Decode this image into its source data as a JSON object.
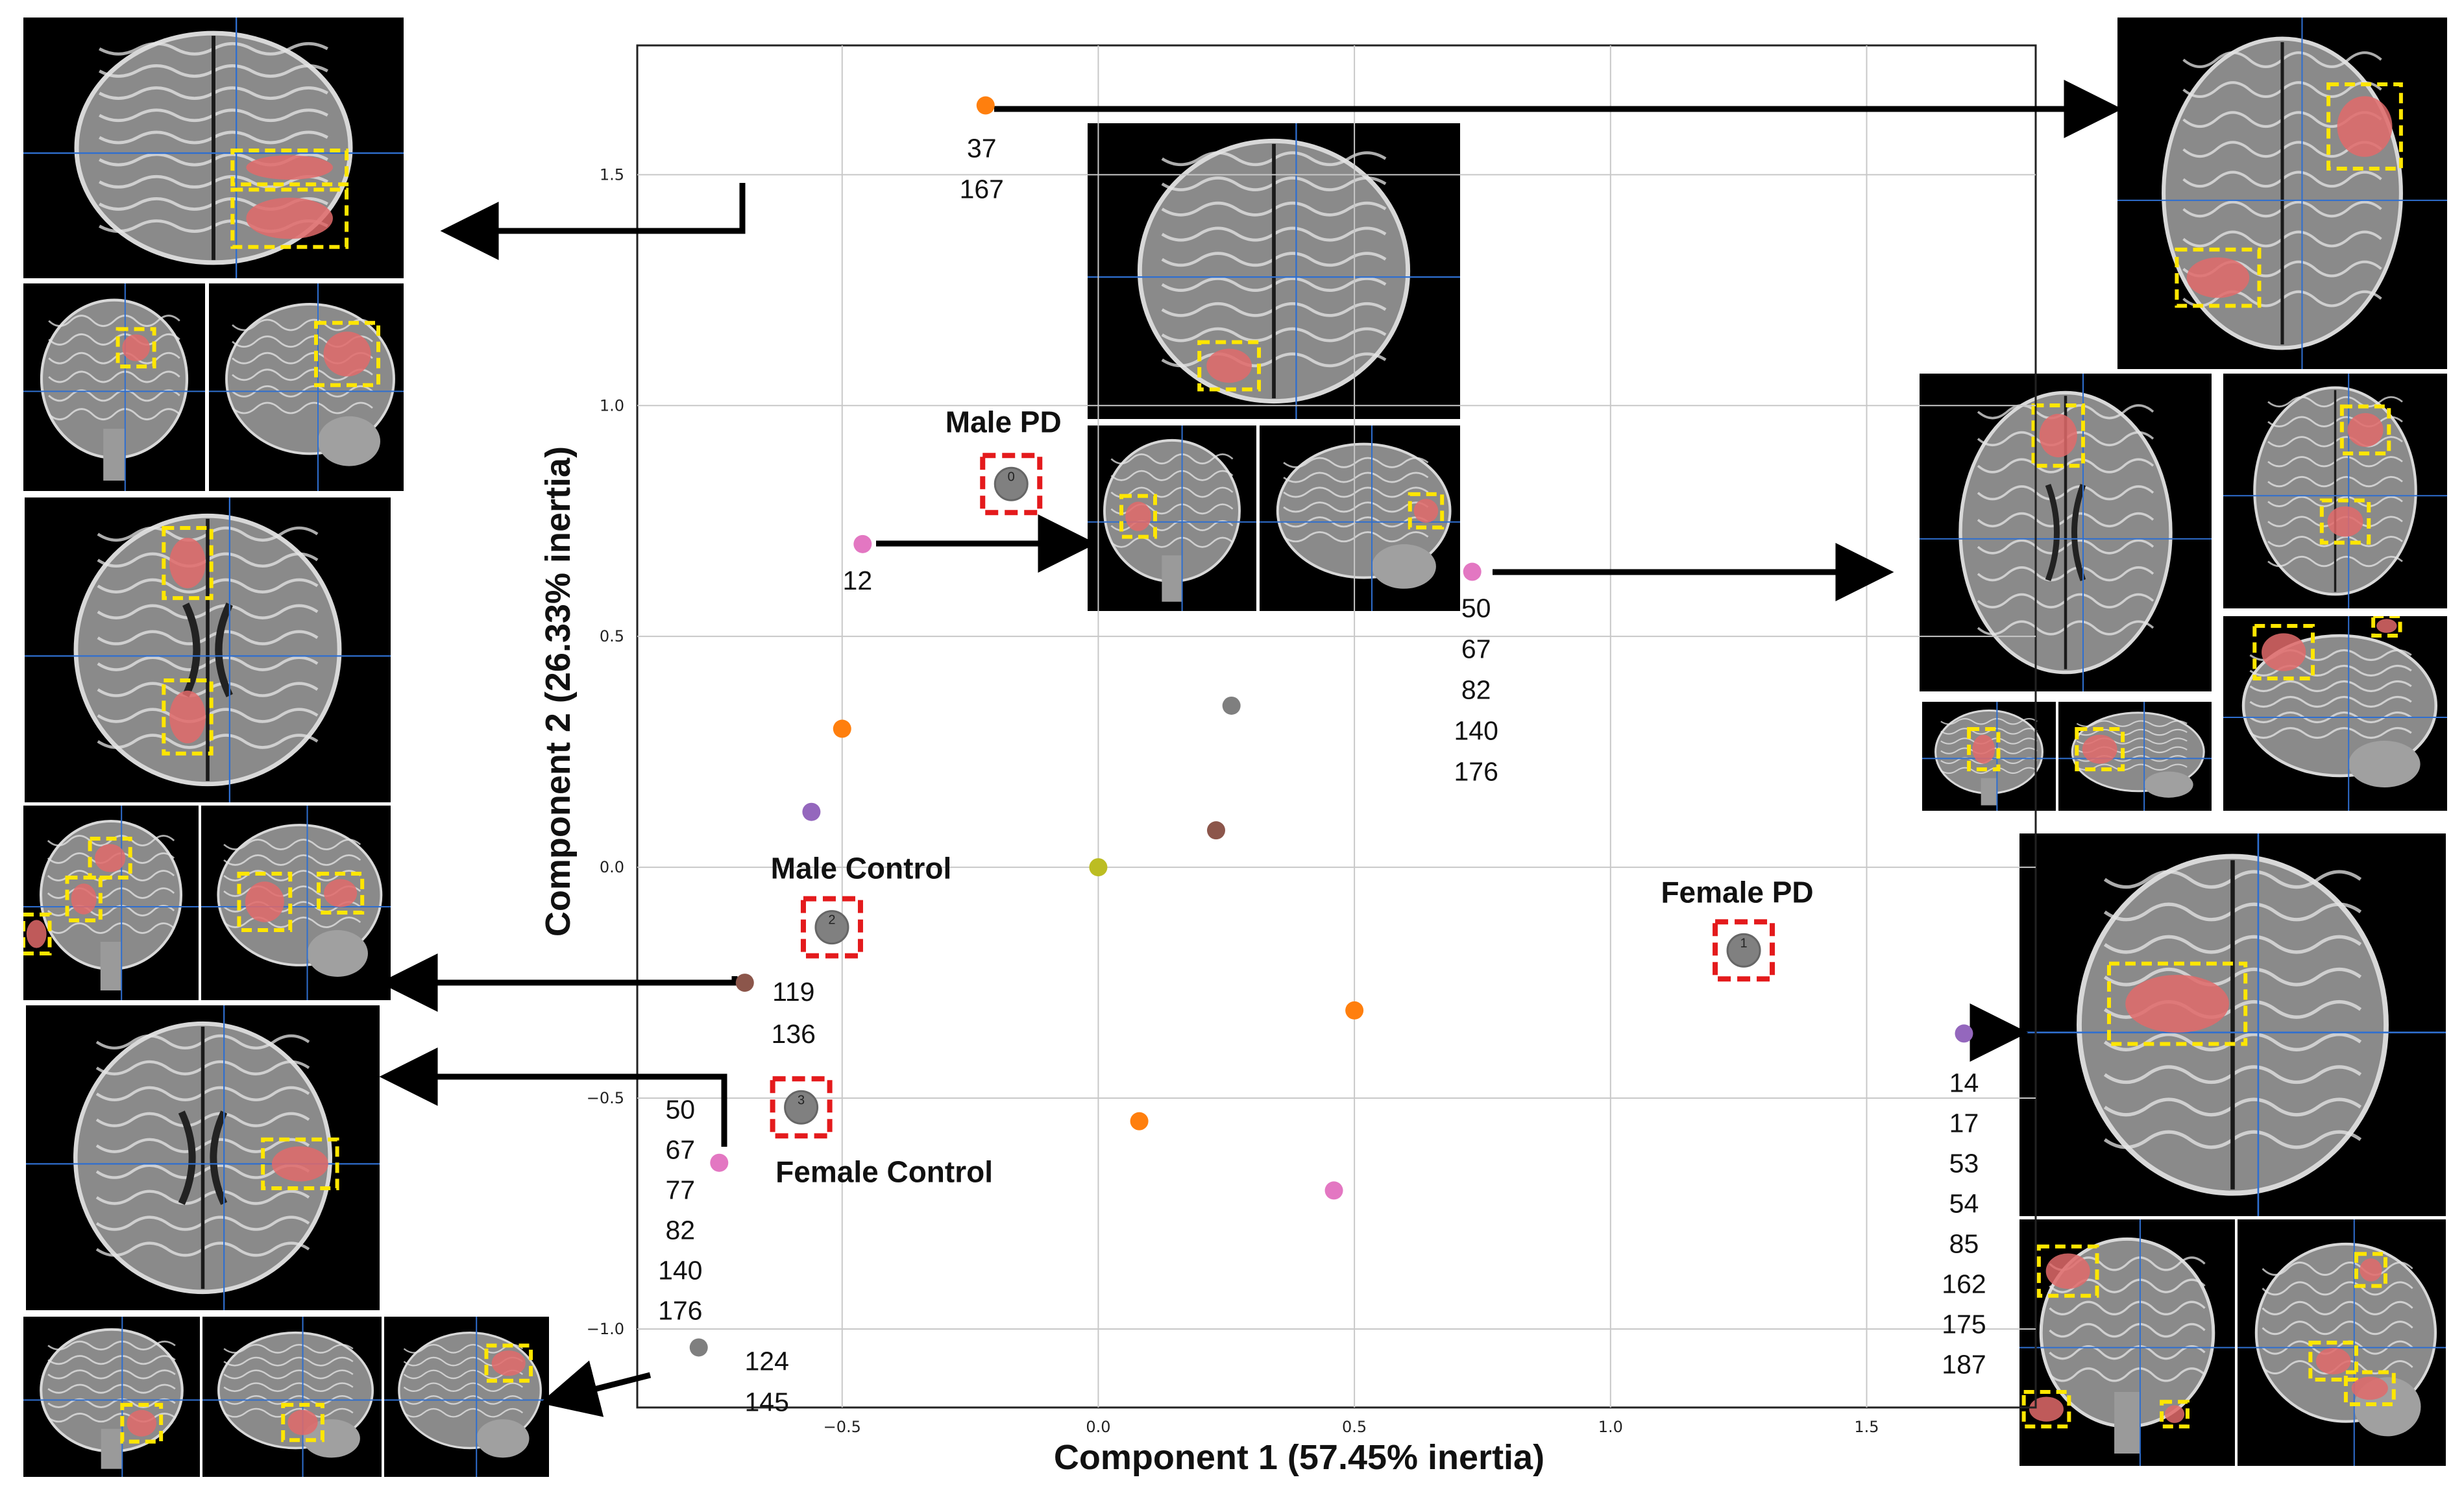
{
  "chart_data": {
    "type": "scatter",
    "title": "",
    "xlabel": "Component 1 (57.45% inertia)",
    "ylabel": "Component 2 (26.33% inertia)",
    "xlim": [
      -0.9,
      1.83
    ],
    "ylim": [
      -1.17,
      1.78
    ],
    "xticks": [
      -0.5,
      0.0,
      0.5,
      1.0,
      1.5
    ],
    "xtick_labels": [
      "−0.5",
      "0.0",
      "0.5",
      "1.0",
      "1.5"
    ],
    "yticks": [
      -1.0,
      -0.5,
      0.0,
      0.5,
      1.0,
      1.5
    ],
    "ytick_labels": [
      "−1.0",
      "−0.5",
      "0.0",
      "0.5",
      "1.0",
      "1.5"
    ],
    "grid": true,
    "legend": "none",
    "centroids": [
      {
        "id": "0",
        "label": "Male PD",
        "x": -0.17,
        "y": 0.83
      },
      {
        "id": "1",
        "label": "Female PD",
        "x": 1.26,
        "y": -0.18
      },
      {
        "id": "2",
        "label": "Male Control",
        "x": -0.52,
        "y": -0.13
      },
      {
        "id": "3",
        "label": "Female Control",
        "x": -0.58,
        "y": -0.52
      }
    ],
    "points": [
      {
        "x": -0.22,
        "y": 1.65,
        "color": "#ff7f0e",
        "labels": [
          "37",
          "167"
        ]
      },
      {
        "x": -0.46,
        "y": 0.7,
        "color": "#e377c2",
        "labels": [
          "12"
        ]
      },
      {
        "x": 0.73,
        "y": 0.64,
        "color": "#e377c2",
        "labels": [
          "50",
          "67",
          "82",
          "140",
          "176"
        ]
      },
      {
        "x": -0.5,
        "y": 0.3,
        "color": "#ff7f0e",
        "labels": []
      },
      {
        "x": 0.26,
        "y": 0.35,
        "color": "#7f7f7f",
        "labels": []
      },
      {
        "x": -0.56,
        "y": 0.12,
        "color": "#9467bd",
        "labels": []
      },
      {
        "x": 0.23,
        "y": 0.08,
        "color": "#8c564b",
        "labels": []
      },
      {
        "x": 0.0,
        "y": 0.0,
        "color": "#bcbd22",
        "labels": []
      },
      {
        "x": -0.69,
        "y": -0.25,
        "color": "#8c564b",
        "labels": [
          "119",
          "136"
        ]
      },
      {
        "x": 0.5,
        "y": -0.31,
        "color": "#ff7f0e",
        "labels": []
      },
      {
        "x": 1.69,
        "y": -0.36,
        "color": "#9467bd",
        "labels": [
          "14",
          "17",
          "53",
          "54",
          "85",
          "162",
          "175",
          "187"
        ]
      },
      {
        "x": 0.08,
        "y": -0.55,
        "color": "#ff7f0e",
        "labels": []
      },
      {
        "x": -0.74,
        "y": -0.64,
        "color": "#e377c2",
        "labels": [
          "50",
          "67",
          "77",
          "82",
          "140",
          "176"
        ]
      },
      {
        "x": 0.46,
        "y": -0.7,
        "color": "#e377c2",
        "labels": []
      },
      {
        "x": -0.78,
        "y": -1.04,
        "color": "#7f7f7f",
        "labels": [
          "124",
          "145"
        ]
      }
    ]
  },
  "colors": {
    "highlight_box": "#ffe600",
    "lesion": "#e06a6a",
    "crosshair": "#2f6fd0",
    "centroid_box": "#e41a1c",
    "centroid_fill": "#808080",
    "arrow": "#000000"
  }
}
